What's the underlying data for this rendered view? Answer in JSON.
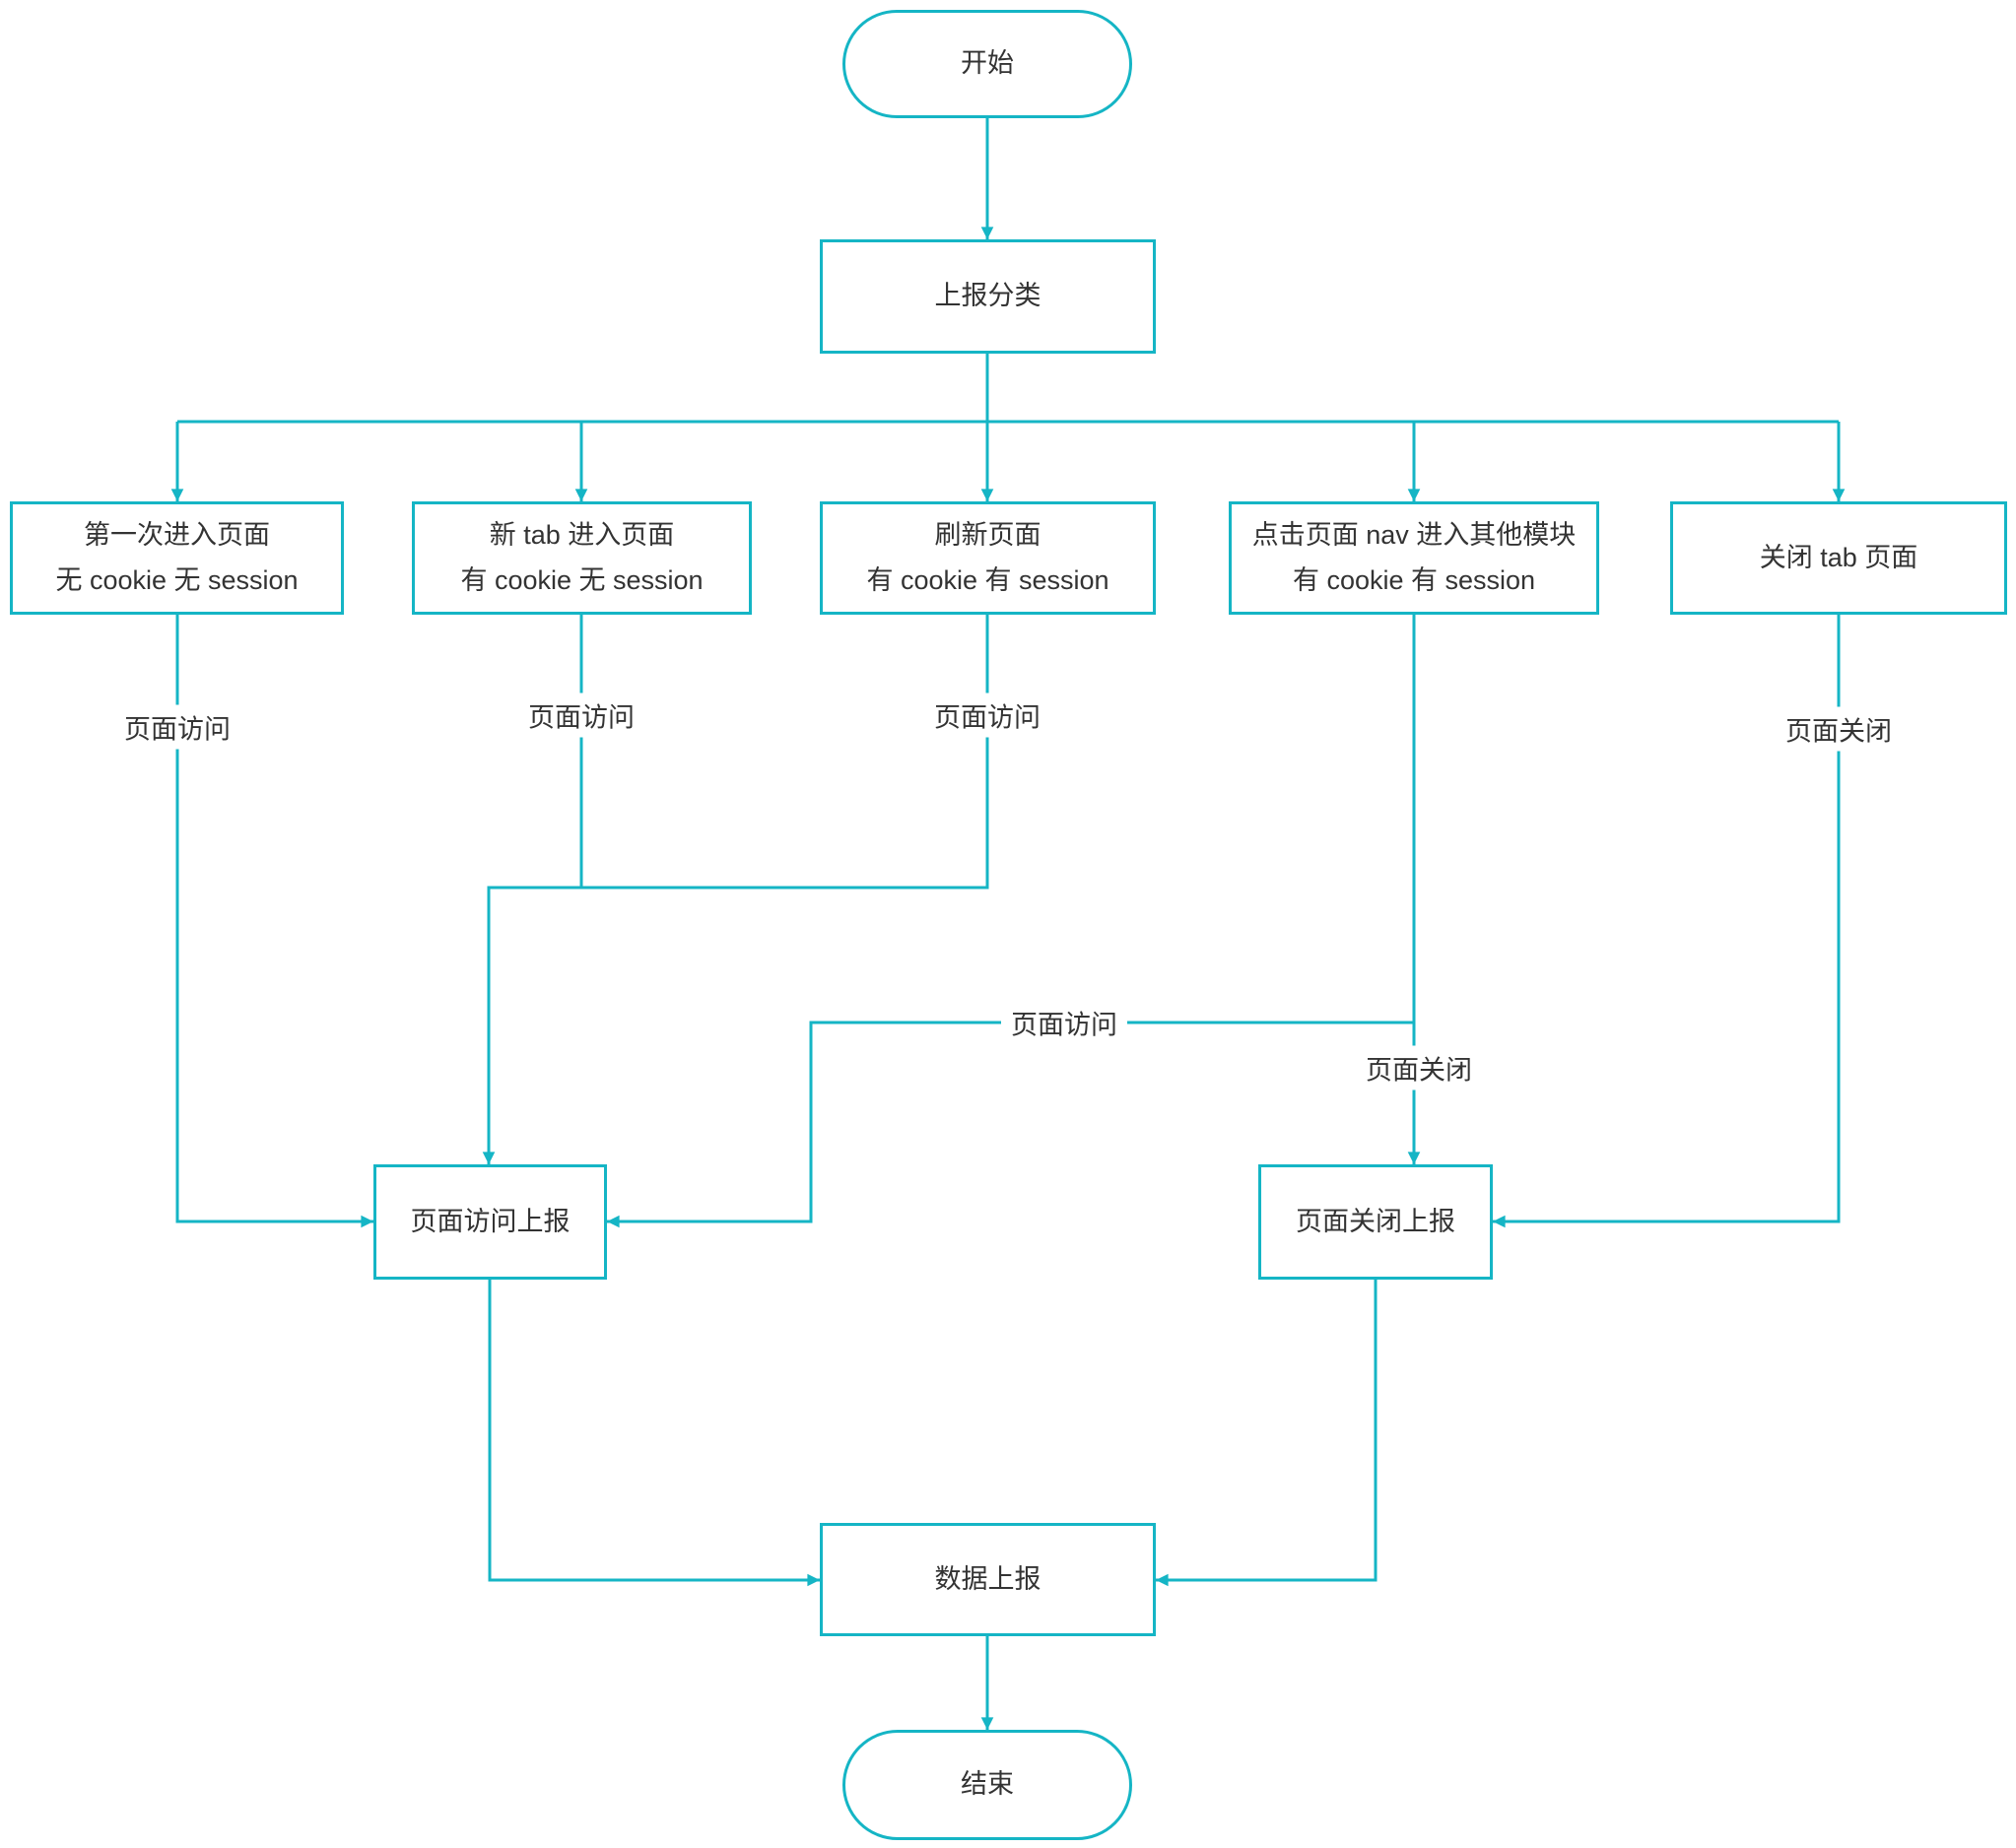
{
  "diagram": {
    "colors": {
      "accent": "#15b5c5",
      "text": "#333333",
      "background": "#ffffff"
    },
    "nodes": {
      "start": {
        "label": "开始"
      },
      "classify": {
        "label": "上报分类"
      },
      "branch_first": {
        "line1": "第一次进入页面",
        "line2": "无 cookie 无 session"
      },
      "branch_newtab": {
        "line1": "新 tab 进入页面",
        "line2": "有 cookie 无 session"
      },
      "branch_refresh": {
        "line1": "刷新页面",
        "line2": "有 cookie 有 session"
      },
      "branch_nav": {
        "line1": "点击页面 nav 进入其他模块",
        "line2": "有 cookie 有 session"
      },
      "branch_closetab": {
        "line1": "关闭 tab 页面"
      },
      "visit_report": {
        "label": "页面访问上报"
      },
      "close_report": {
        "label": "页面关闭上报"
      },
      "data_report": {
        "label": "数据上报"
      },
      "end": {
        "label": "结束"
      }
    },
    "edge_labels": {
      "first_visit": "页面访问",
      "newtab_visit": "页面访问",
      "refresh_visit": "页面访问",
      "nav_visit": "页面访问",
      "nav_close": "页面关闭",
      "closetab_close": "页面关闭"
    }
  }
}
